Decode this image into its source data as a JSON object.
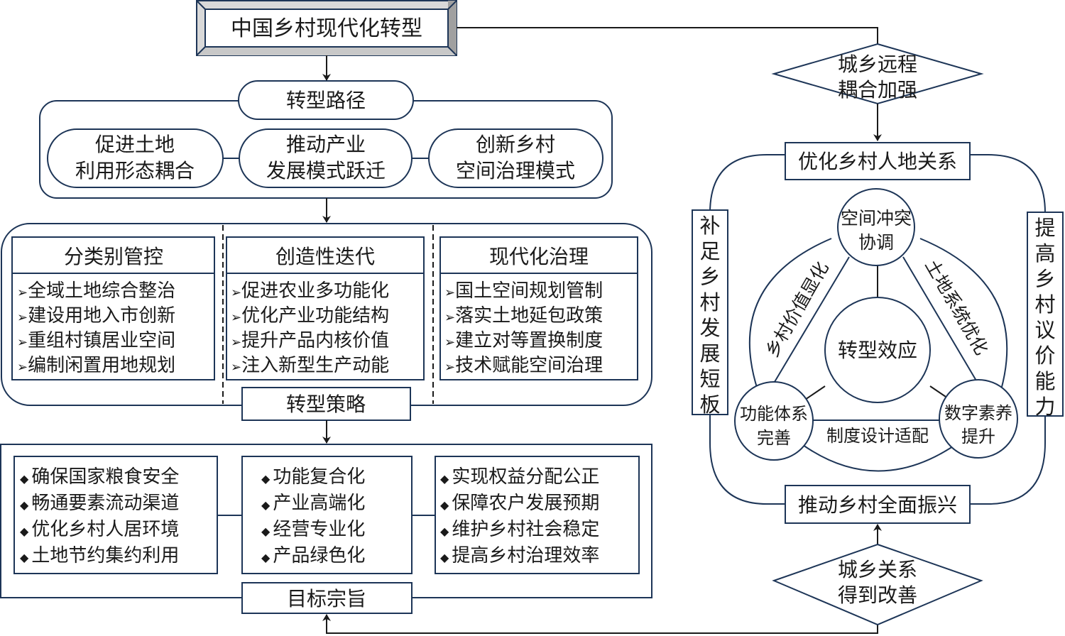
{
  "colors": {
    "stroke": "#1d3557",
    "text": "#1a1a1a",
    "bevel_light": "#d9d9d9",
    "bevel_dark": "#a0a0a0",
    "background": "#ffffff"
  },
  "title": "中国乡村现代化转型",
  "path": {
    "header": "转型路径",
    "items": [
      {
        "line1": "促进土地",
        "line2": "利用形态耦合"
      },
      {
        "line1": "推动产业",
        "line2": "发展模式跃迁"
      },
      {
        "line1": "创新乡村",
        "line2": "空间治理模式"
      }
    ]
  },
  "strategy": {
    "footer": "转型策略",
    "bullet": "➢",
    "columns": [
      {
        "title": "分类别管控",
        "items": [
          "全域土地综合整治",
          "建设用地入市创新",
          "重组村镇居业空间",
          "编制闲置用地规划"
        ]
      },
      {
        "title": "创造性迭代",
        "items": [
          "促进农业多功能化",
          "优化产业功能结构",
          "提升产品内核价值",
          "注入新型生产动能"
        ]
      },
      {
        "title": "现代化治理",
        "items": [
          "国土空间规划管制",
          "落实土地延包政策",
          "建立对等置换制度",
          "技术赋能空间治理"
        ]
      }
    ]
  },
  "goal": {
    "footer": "目标宗旨",
    "bullet": "◆",
    "columns": [
      {
        "items": [
          "确保国家粮食安全",
          "畅通要素流动渠道",
          "优化乡村人居环境",
          "土地节约集约利用"
        ]
      },
      {
        "items": [
          "功能复合化",
          "产业高端化",
          "经营专业化",
          "产品绿色化"
        ]
      },
      {
        "items": [
          "实现权益分配公正",
          "保障农户发展预期",
          "维护乡村社会稳定",
          "提高乡村治理效率"
        ]
      }
    ]
  },
  "effect": {
    "top_diamond": {
      "line1": "城乡远程",
      "line2": "耦合加强"
    },
    "top_box": "优化乡村人地关系",
    "bottom_box": "推动乡村全面振兴",
    "bottom_diamond": {
      "line1": "城乡关系",
      "line2": "得到改善"
    },
    "left_vertical": "补足乡村发展短板",
    "right_vertical": "提高乡村议价能力",
    "center": "转型效应",
    "nodes": {
      "top": {
        "line1": "空间冲突",
        "line2": "协调"
      },
      "left": {
        "line1": "功能体系",
        "line2": "完善"
      },
      "right": {
        "line1": "数字素养",
        "line2": "提升"
      }
    },
    "arc_labels": {
      "left": "乡村价值显化",
      "right": "土地系统优化",
      "bottom": "制度设计适配"
    }
  }
}
